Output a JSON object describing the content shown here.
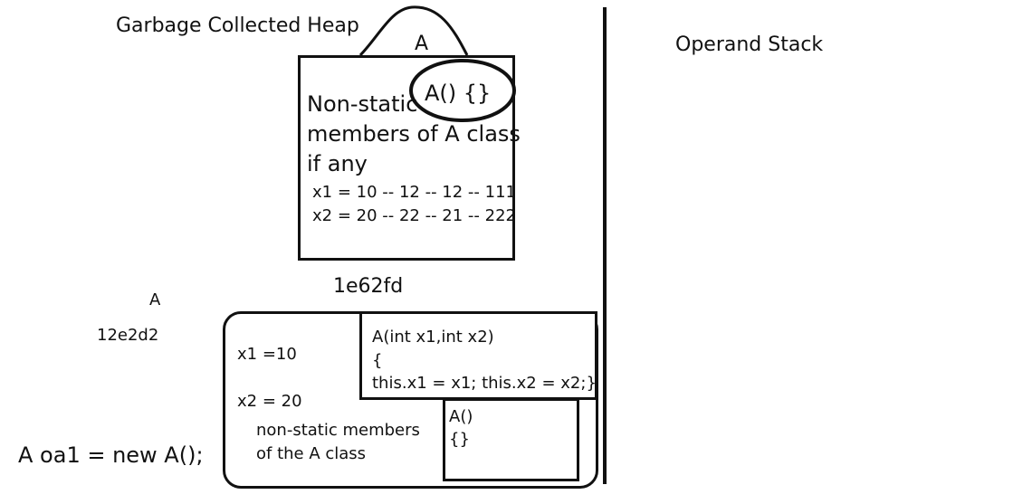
{
  "heap": {
    "title": "Garbage Collected Heap",
    "object1": {
      "class_tag": "A",
      "constructor": "A() {}",
      "members_title": [
        "Non-static",
        "members of A class",
        "if any"
      ],
      "values": [
        "x1 = 10 -- 12 -- 12 -- 111",
        "x2 = 20 -- 22 -- 21 -- 222"
      ]
    },
    "object2": {
      "address": "1e62fd",
      "fields": [
        "x1 =10",
        "x2 = 20"
      ],
      "members_note": [
        "non-static members",
        "of the A class"
      ],
      "param_constructor": [
        "A(int x1,int x2)",
        "{",
        "this.x1 = x1; this.x2 = x2;}"
      ],
      "default_constructor": [
        "A()",
        "{}"
      ]
    }
  },
  "reference": {
    "class_name": "A",
    "address": "12e2d2",
    "statement": "A oa1 = new A();"
  },
  "stack": {
    "title": "Operand Stack"
  }
}
